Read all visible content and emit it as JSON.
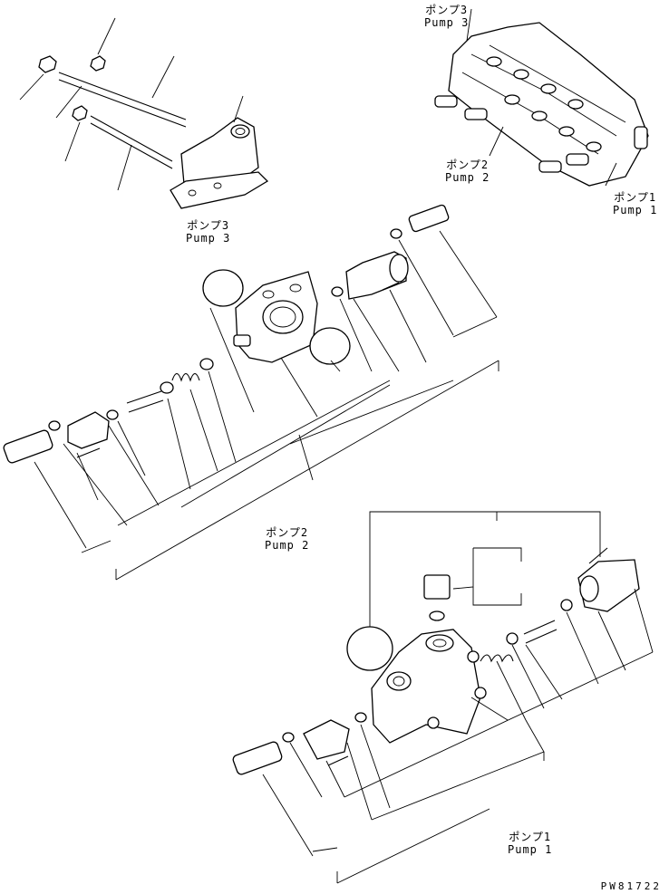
{
  "labels": {
    "pump3_top_jp": "ポンプ3",
    "pump3_top_en": "Pump 3",
    "pump2_top_jp": "ポンプ2",
    "pump2_top_en": "Pump 2",
    "pump1_top_jp": "ポンプ1",
    "pump1_top_en": "Pump 1",
    "pump3_mid_jp": "ポンプ3",
    "pump3_mid_en": "Pump 3",
    "pump2_mid_jp": "ポンプ2",
    "pump2_mid_en": "Pump 2",
    "pump1_bot_jp": "ポンプ1",
    "pump1_bot_en": "Pump 1"
  },
  "drawing_code": "PW81722"
}
